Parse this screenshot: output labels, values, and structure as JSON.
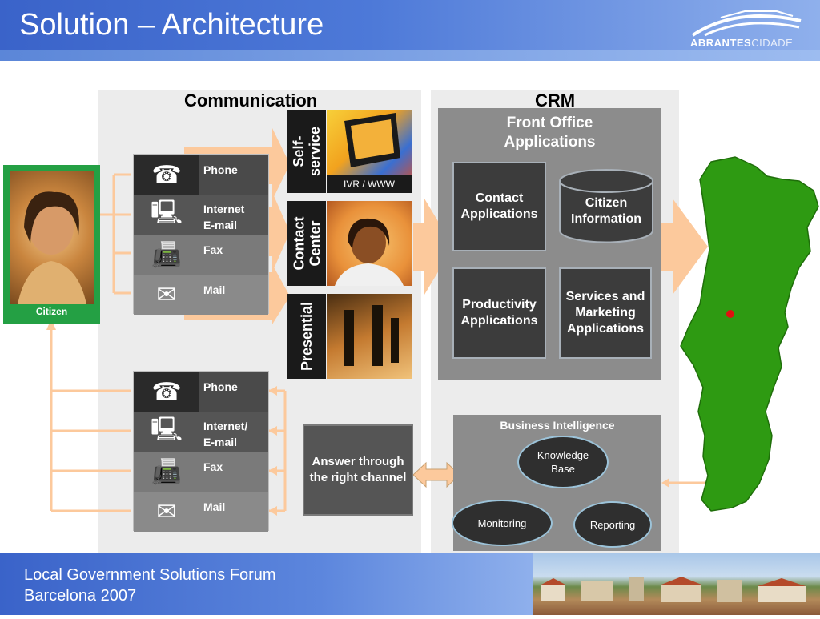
{
  "slide": {
    "title": "Solution – Architecture",
    "logo": "ABRANTES",
    "logo_suffix": "CIDADE"
  },
  "sections": {
    "communication": "Communication",
    "crm": "CRM"
  },
  "citizen": {
    "label": "Citizen"
  },
  "inbound_channels": [
    {
      "label": "Phone",
      "icon": "phone-icon"
    },
    {
      "label": "Internet\nE-mail",
      "icon": "computer-icon"
    },
    {
      "label": "Fax",
      "icon": "fax-icon"
    },
    {
      "label": "Mail",
      "icon": "mail-icon"
    }
  ],
  "outbound_channels": [
    {
      "label": "Phone",
      "icon": "phone-icon"
    },
    {
      "label": "Internet/\nE-mail",
      "icon": "computer-icon"
    },
    {
      "label": "Fax",
      "icon": "fax-icon"
    },
    {
      "label": "Mail",
      "icon": "mail-icon"
    }
  ],
  "access_modes": {
    "self_service": "Self-service",
    "ivr": "IVR / WWW",
    "contact_center": "Contact\nCenter",
    "presential": "Presential"
  },
  "front_office": {
    "title": "Front Office\nApplications",
    "contact_apps": "Contact\nApplications",
    "citizen_info": "Citizen\nInformation",
    "productivity_apps": "Productivity\nApplications",
    "services_apps": "Services and\nMarketing\nApplications"
  },
  "answer_box": "Answer through\nthe right channel",
  "business_intelligence": {
    "title": "Business Intelligence",
    "knowledge_base": "Knowledge\nBase",
    "monitoring": "Monitoring",
    "reporting": "Reporting"
  },
  "footer": {
    "text": "Local Government Solutions Forum\nBarcelona 2007"
  },
  "colors": {
    "accent_blue": "#3a63c9",
    "arrow_orange": "#fcc99c",
    "map_green": "#2e9a12",
    "box_dark": "#3c3c3c"
  }
}
